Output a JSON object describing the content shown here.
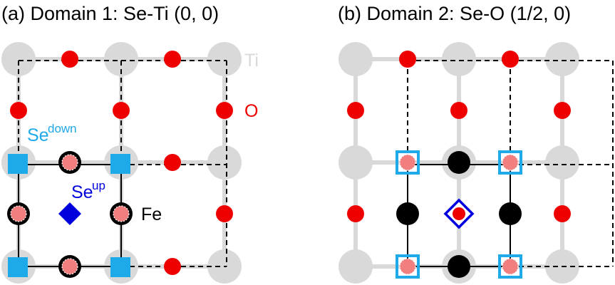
{
  "panel_a": {
    "title": "(a) Domain 1: Se-Ti (0, 0)",
    "label_ti": "Ti",
    "label_o": "O",
    "label_fe": "Fe",
    "label_se_down_base": "Se",
    "label_se_down_sup": "down",
    "label_se_up_base": "Se",
    "label_se_up_sup": "up"
  },
  "panel_b": {
    "title": "(b) Domain 2: Se-O (1/2, 0)"
  },
  "colors": {
    "ti": "#d9d9d9",
    "o": "#ee0000",
    "se_down": "#1ea9e8",
    "se_up": "#0000dd",
    "fe": "#000000",
    "fe_pink": "#f27f7f"
  }
}
